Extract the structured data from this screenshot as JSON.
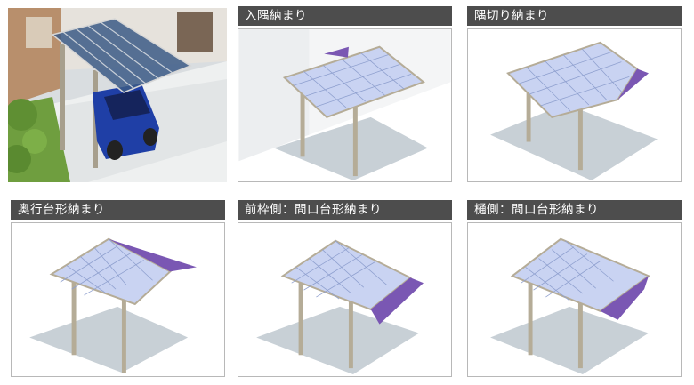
{
  "panels": [
    {
      "id": "irisumi",
      "title": "入隅納まり",
      "variant": "corner-wall"
    },
    {
      "id": "sumikiri",
      "title": "隅切り納まり",
      "variant": "corner-cut-right"
    },
    {
      "id": "okuyuki",
      "title": "奥行台形納まり",
      "variant": "trapezoid-right"
    },
    {
      "id": "maewaku",
      "title": "前枠側：間口台形納まり",
      "variant": "trapezoid-front"
    },
    {
      "id": "toi",
      "title": "樋側：間口台形納まり",
      "variant": "trapezoid-gutter"
    }
  ],
  "colors": {
    "title_bar": "#4d4d4d",
    "solar_panel": "#c9d3f2",
    "panel_grid": "#8fa0cf",
    "frame": "#b5ac97",
    "cut_area": "#7a57b3",
    "shadow": "#c8d0d6",
    "wall": "#eceef0"
  }
}
